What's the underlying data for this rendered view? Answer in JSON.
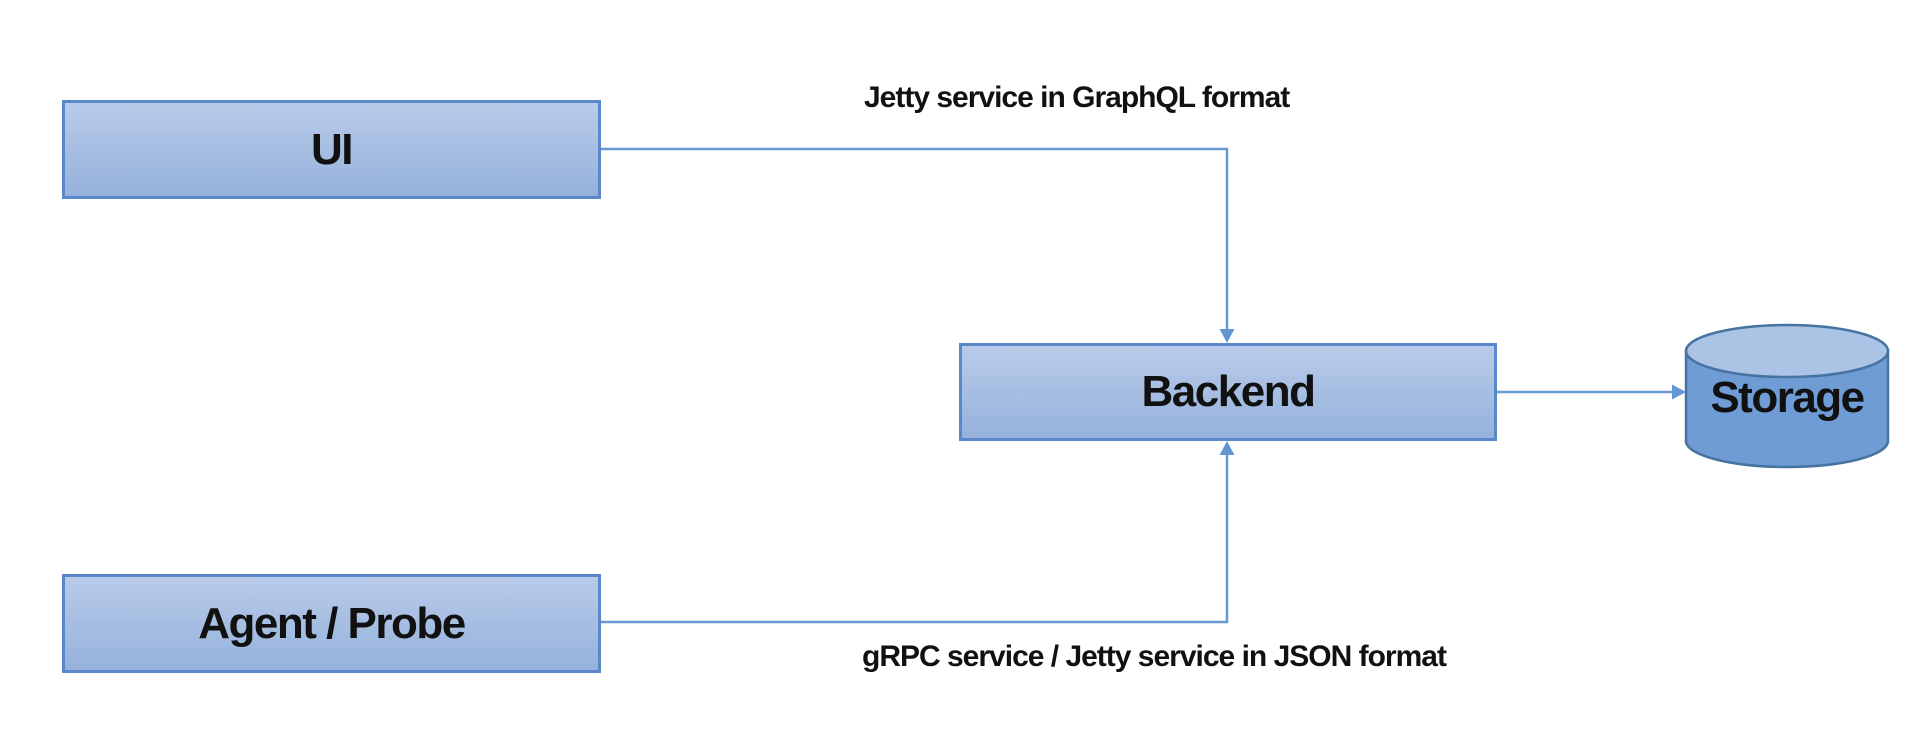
{
  "diagram": {
    "nodes": [
      {
        "id": "ui",
        "label": "UI",
        "shape": "rectangle"
      },
      {
        "id": "agent-probe",
        "label": "Agent / Probe",
        "shape": "rectangle"
      },
      {
        "id": "backend",
        "label": "Backend",
        "shape": "rectangle"
      },
      {
        "id": "storage",
        "label": "Storage",
        "shape": "cylinder"
      }
    ],
    "edges": [
      {
        "from": "ui",
        "to": "backend",
        "label": "Jetty service in GraphQL format"
      },
      {
        "from": "agent-probe",
        "to": "backend",
        "label": "gRPC service / Jetty service in JSON format"
      },
      {
        "from": "backend",
        "to": "storage",
        "label": ""
      }
    ],
    "colors": {
      "node_fill_top": "#b9cbe9",
      "node_fill_bottom": "#95b2dc",
      "node_border": "#5b88c9",
      "connector": "#6699d6",
      "cylinder_body": "#6f9cd4",
      "cylinder_top": "#abc4e6",
      "cylinder_border": "#4673a0",
      "text": "#111111",
      "background": "#ffffff"
    }
  }
}
